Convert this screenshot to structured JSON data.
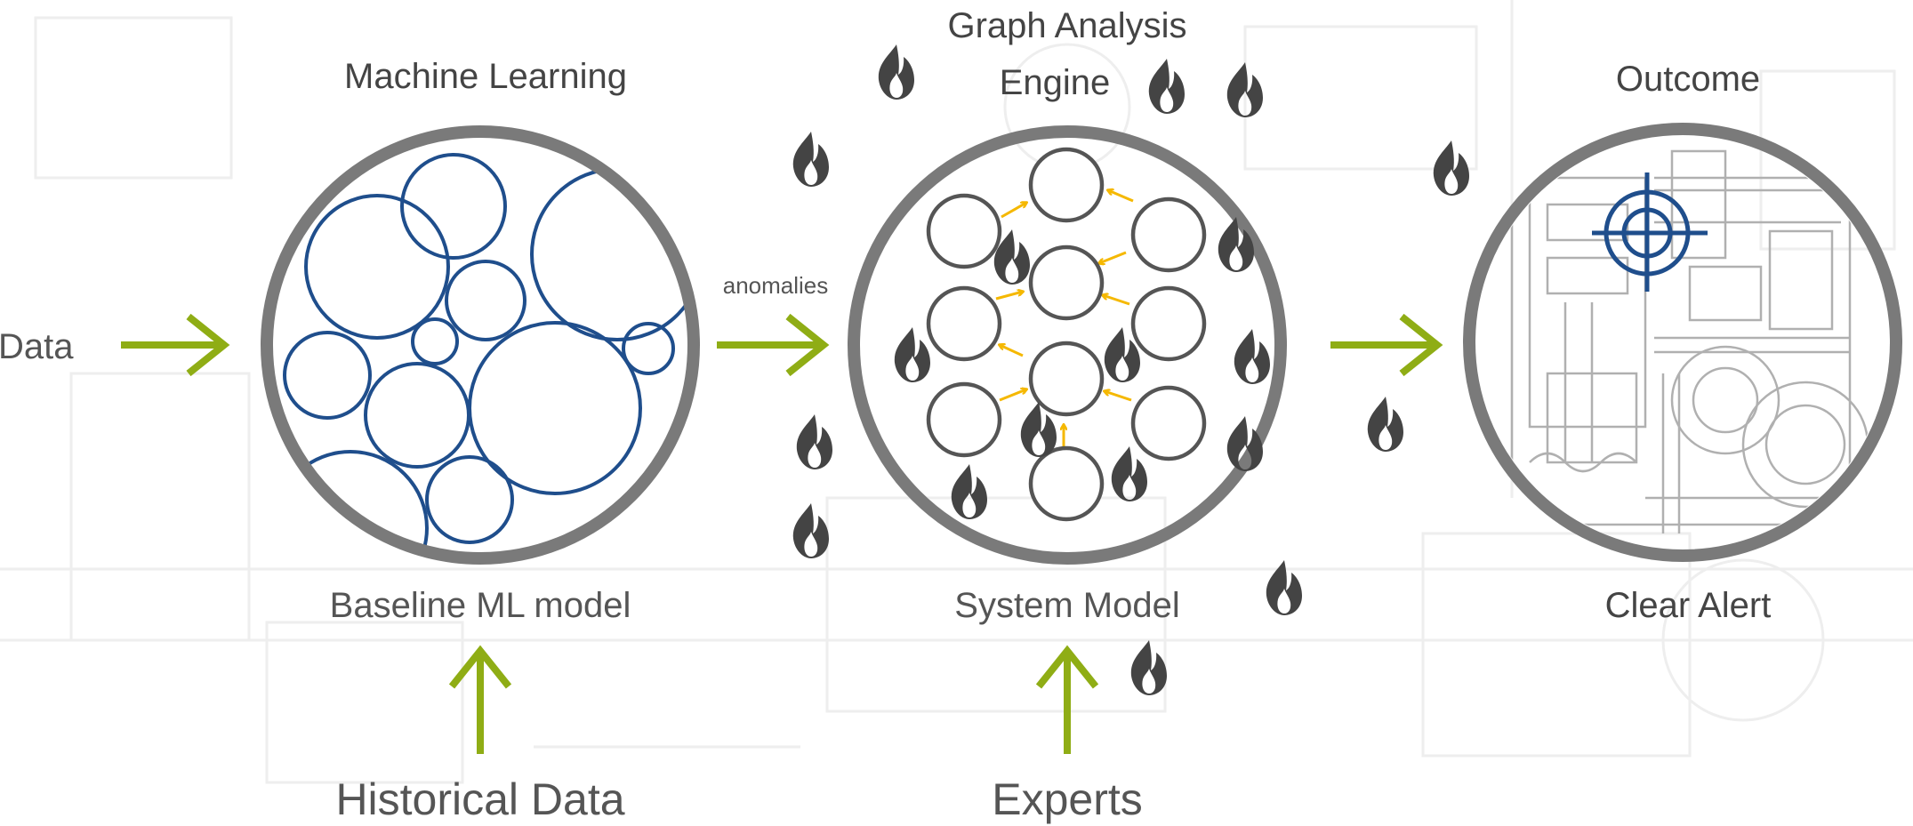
{
  "labels": {
    "input": "Data",
    "ml_title": "Machine  Learning",
    "ml_caption": "Baseline ML model",
    "ml_source": "Historical Data",
    "anomalies": "anomalies",
    "graph_title_line1": "Graph Analysis",
    "graph_title_line2": "Engine",
    "graph_caption": "System Model",
    "graph_source": "Experts",
    "outcome_title": "Outcome",
    "outcome_caption": "Clear Alert"
  },
  "icons": {
    "arrow": "arrow-icon",
    "flame": "flame-icon",
    "target": "crosshair-target-icon",
    "machinery": "machinery-sketch-icon"
  },
  "colors": {
    "arrow_green": "#8fad15",
    "ring_gray": "#7a7a7a",
    "ml_blue": "#1f4e8c",
    "node_gray": "#555555",
    "edge_yellow": "#f5b800",
    "flame_gray": "#444444",
    "text_gray": "#555555"
  }
}
